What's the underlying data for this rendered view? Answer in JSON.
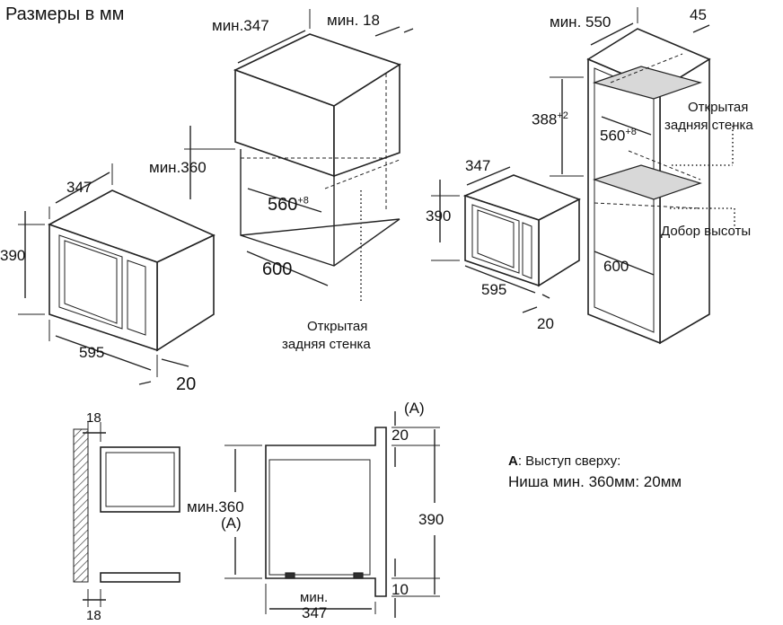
{
  "title": "Размеры в мм",
  "view1": {
    "depth": "347",
    "height": "390",
    "width": "595",
    "front": "20"
  },
  "view2": {
    "min_depth": "мин.347",
    "min_18": "мин. 18",
    "min_height": "мин.360",
    "width": "560",
    "width_tol": "+8",
    "outer_width": "600",
    "open_back_line1": "Открытая",
    "open_back_line2": "задняя стенка"
  },
  "view3": {
    "depth": "347",
    "height": "390",
    "width": "595",
    "front": "20"
  },
  "view4": {
    "min_depth": "мин. 550",
    "back": "45",
    "height": "388",
    "height_tol": "+2",
    "width": "560",
    "width_tol": "+8",
    "outer_width": "600",
    "open_back_line1": "Открытая",
    "open_back_line2": "задняя стенка",
    "height_add": "Добор высоты"
  },
  "section": {
    "top18": "18",
    "bottom18": "18",
    "min360": "мин.360",
    "a_label": "(A)",
    "a_top": "(A)",
    "dim20": "20",
    "dim390": "390",
    "dim10": "10",
    "min_label": "мин.",
    "min347": "347"
  },
  "note": {
    "a_bold": "А",
    "line1_rest": ": Выступ сверху:",
    "line2": "Ниша мин. 360мм: 20мм"
  }
}
